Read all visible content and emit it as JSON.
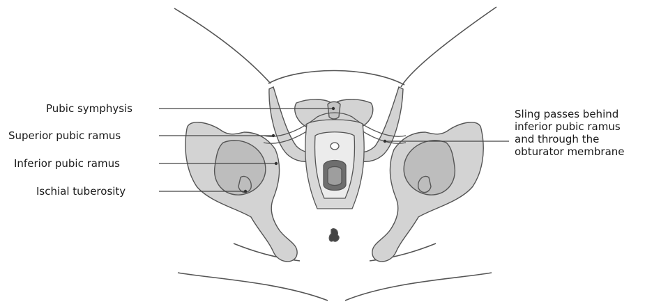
{
  "labels": {
    "pubic_symphysis": "Pubic symphysis",
    "superior_pubic_ramus": "Superior pubic ramus",
    "inferior_pubic_ramus": "Inferior pubic ramus",
    "ischial_tuberosity": "Ischial tuberosity"
  },
  "callout_lines": [
    "Sling passes behind",
    "inferior pubic ramus",
    "and through the",
    "obturator membrane"
  ],
  "colors": {
    "bone_fill": "#d3d3d3",
    "outline": "#555555",
    "leader": "#444444"
  }
}
